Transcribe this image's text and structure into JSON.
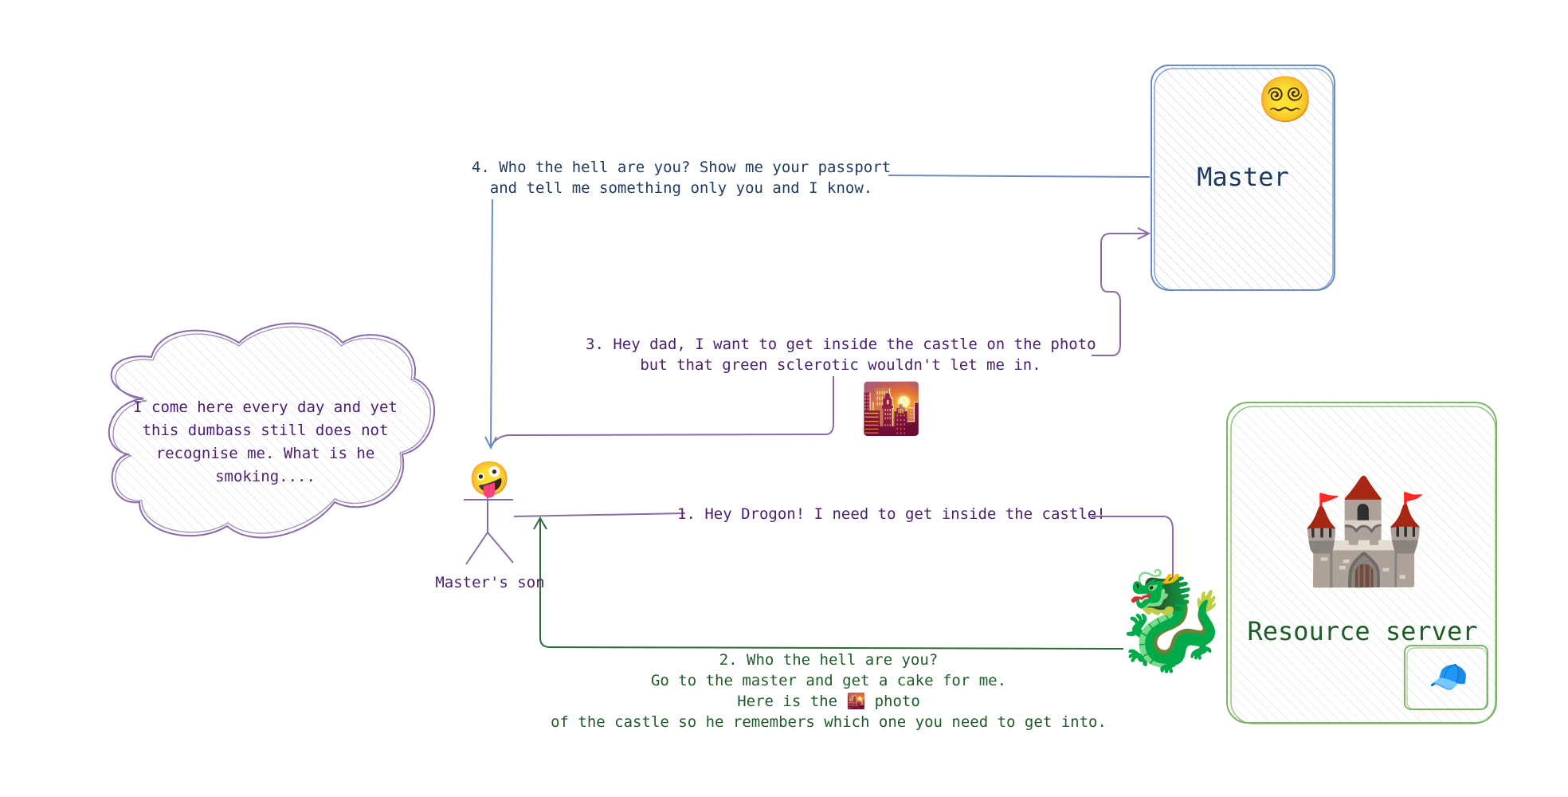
{
  "nodes": {
    "master": {
      "label": "Master"
    },
    "resource_server": {
      "label": "Resource server"
    },
    "masters_son": {
      "label": "Master's son"
    },
    "thought_bubble": {
      "lines": [
        "I come here every day and yet",
        "this dumbass still does not",
        "recognise me. What is he",
        "smoking...."
      ]
    }
  },
  "edges": {
    "step1": {
      "lines": [
        "1. Hey Drogon! I need to get inside the castle!"
      ]
    },
    "step2": {
      "lines": [
        "2. Who the hell are you?",
        "Go to the master and get a cake for me.",
        "Here is the",
        "photo",
        "of the castle so he remembers which one you need to get into."
      ]
    },
    "step3": {
      "lines": [
        "3. Hey dad, I want to get inside the castle on the photo",
        "but that green sclerotic wouldn't let me in."
      ]
    },
    "step4": {
      "lines": [
        "4. Who the hell are you? Show me your passport",
        "and tell me something only you and I know."
      ]
    }
  },
  "icons": {
    "master_face": "dizzy-face-icon",
    "son_face": "zany-face-icon",
    "castle": "castle-icon",
    "dragon": "dragon-icon",
    "cap": "cap-icon",
    "photo": "sunset-city-photo-icon"
  },
  "colors": {
    "master": "#6b8cc4",
    "resource": "#7fb36a",
    "son": "#8a6aa8",
    "dragon_arrow": "#2e6b3a"
  }
}
